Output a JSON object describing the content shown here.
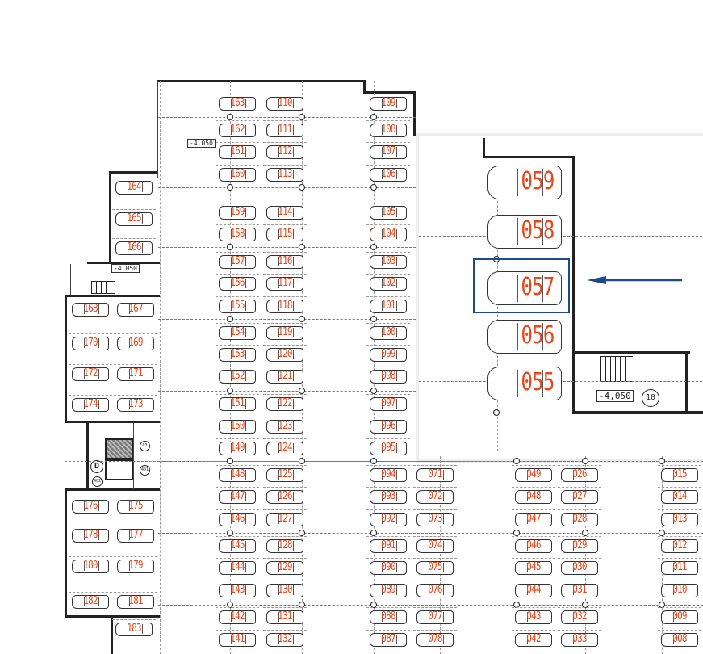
{
  "plan": {
    "title_level": "-4,050",
    "stair_number": "10",
    "elevator_label": "D",
    "level_tag_left_1": "-4,050",
    "level_tag_left_2": "-4,050",
    "level_tag_stair": "-4,050",
    "room_tag_1": "401",
    "room_tag_2": "402",
    "room_tag_3": "03",
    "highlighted_slot": "057",
    "highlight_color": "#1d4a8c",
    "number_color": "#e8461c"
  },
  "columns": {
    "main_a": [
      "163",
      "162",
      "161",
      "160",
      "159",
      "158",
      "157",
      "156",
      "155",
      "154",
      "153",
      "152",
      "151",
      "150",
      "149",
      "148",
      "147",
      "146",
      "145",
      "144",
      "143",
      "142",
      "141"
    ],
    "main_b": [
      "110",
      "111",
      "112",
      "113",
      "114",
      "115",
      "116",
      "117",
      "118",
      "119",
      "120",
      "121",
      "122",
      "123",
      "124",
      "125",
      "126",
      "127",
      "128",
      "129",
      "130",
      "131",
      "132"
    ],
    "main_c": [
      "109",
      "108",
      "107",
      "106",
      "105",
      "104",
      "103",
      "102",
      "101",
      "100",
      "099",
      "098",
      "097",
      "096",
      "095",
      "094",
      "093",
      "092",
      "091",
      "090",
      "089",
      "088",
      "087"
    ],
    "main_d": [
      "071",
      "072",
      "073",
      "074",
      "075",
      "076",
      "077",
      "078"
    ],
    "right_e": [
      "049",
      "048",
      "047",
      "046",
      "045",
      "044",
      "043",
      "042"
    ],
    "right_f": [
      "026",
      "027",
      "028",
      "029",
      "030",
      "031",
      "032",
      "033"
    ],
    "right_g": [
      "015",
      "014",
      "013",
      "012",
      "011",
      "010",
      "009",
      "008"
    ],
    "left_upper": [
      "164",
      "165",
      "166"
    ],
    "left_pairs": [
      [
        "168",
        "167"
      ],
      [
        "170",
        "169"
      ],
      [
        "172",
        "171"
      ],
      [
        "174",
        "173"
      ],
      [
        "176",
        "175"
      ],
      [
        "178",
        "177"
      ],
      [
        "180",
        "179"
      ],
      [
        "182",
        "181"
      ]
    ],
    "left_lower": [
      "183"
    ],
    "inset_large": [
      "059",
      "058",
      "057",
      "056",
      "055"
    ]
  }
}
